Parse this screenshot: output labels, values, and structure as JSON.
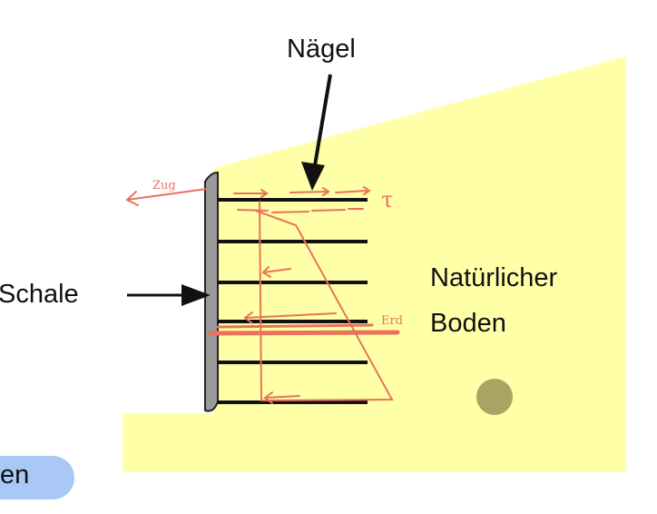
{
  "labels": {
    "naegel": "Nägel",
    "schale": "Schale",
    "boden_line1": "Natürlicher",
    "boden_line2": "Boden",
    "partial_chip": "en"
  },
  "annotations": {
    "zug": "Zug",
    "tau": "τ",
    "erd": "Erd"
  },
  "colors": {
    "soil": "#ffffa8",
    "shell": "#9a9a9a",
    "nail": "#111111",
    "ink": "#e8735a",
    "marker": "#a9a463",
    "chip": "#a9c8f5"
  }
}
